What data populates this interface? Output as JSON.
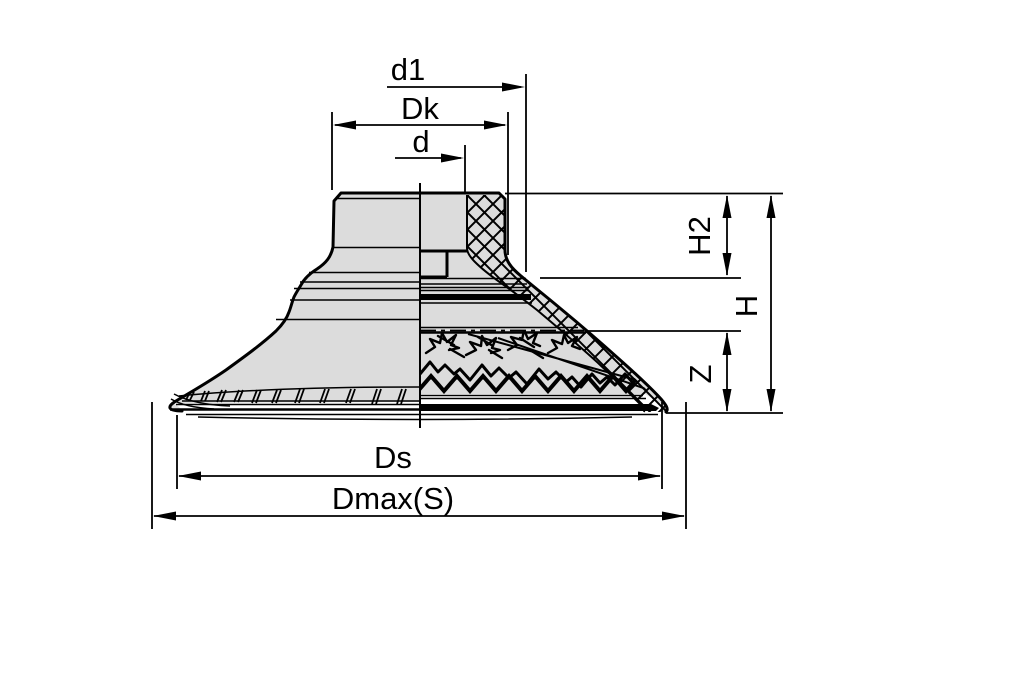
{
  "diagram": {
    "description": "Suction cup half-section technical drawing",
    "labels": {
      "d1": "d1",
      "dk": "Dk",
      "d": "d",
      "h2": "H2",
      "h": "H",
      "z": "Z",
      "ds": "Ds",
      "dmax": "Dmax(S)"
    },
    "colors": {
      "line": "#000000",
      "body_fill": "#dcdcdc",
      "background": "#ffffff"
    }
  }
}
